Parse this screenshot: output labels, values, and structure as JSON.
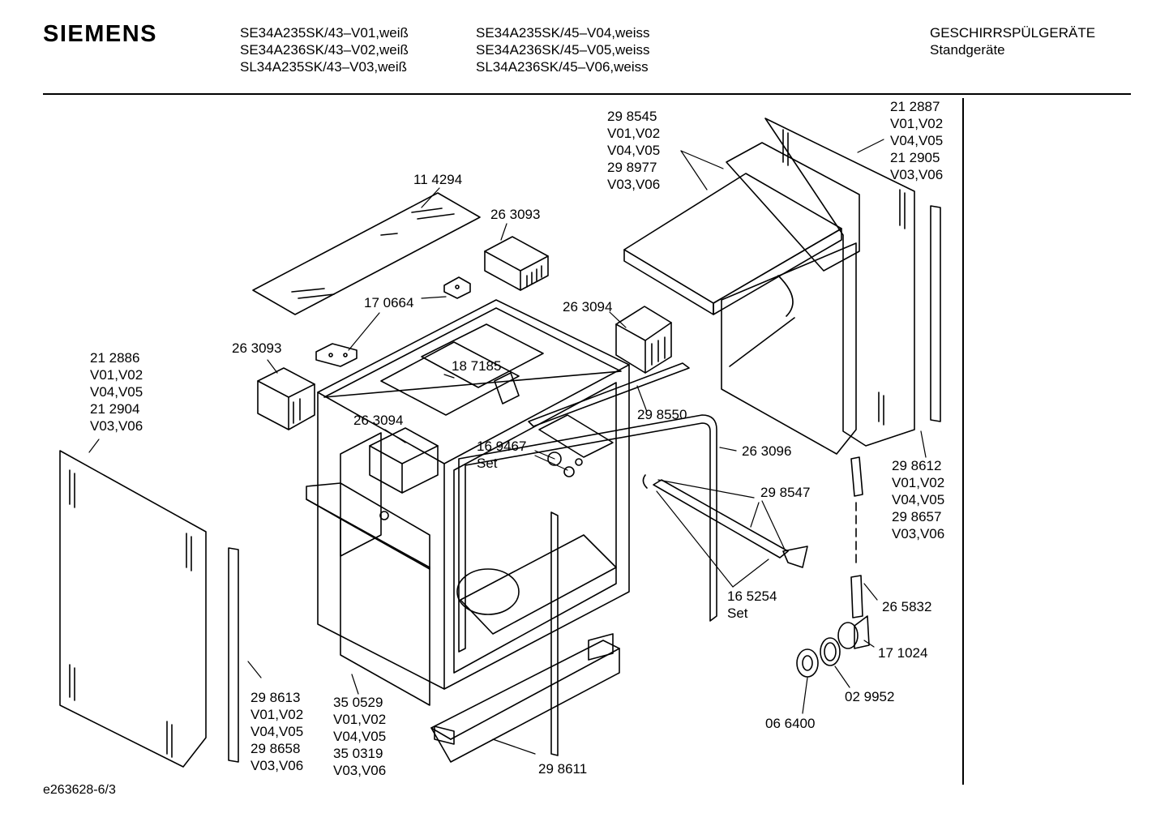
{
  "header": {
    "brand": "SIEMENS",
    "models_col1": [
      "SE34A235SK/43–V01,weiß",
      "SE34A236SK/43–V02,weiß",
      "SL34A235SK/43–V03,weiß"
    ],
    "models_col2": [
      "SE34A235SK/45–V04,weiss",
      "SE34A236SK/45–V05,weiss",
      "SL34A236SK/45–V06,weiss"
    ],
    "category": "GESCHIRRSPÜLGERÄTE",
    "subcategory": "Standgeräte"
  },
  "parts": {
    "p114294": [
      "11 4294"
    ],
    "p263093_top": [
      "26 3093"
    ],
    "p170664": [
      "17 0664"
    ],
    "p263094_top": [
      "26 3094"
    ],
    "p263093_left": [
      "26 3093"
    ],
    "p187185": [
      "18 7185"
    ],
    "p212886": [
      "21 2886",
      "V01,V02",
      "V04,V05",
      "21 2904",
      "V03,V06"
    ],
    "p263094_mid": [
      "26 3094"
    ],
    "p169467": [
      "16 9467",
      "Set"
    ],
    "p298545": [
      "29 8545",
      "V01,V02",
      "V04,V05",
      "29 8977",
      "V03,V06"
    ],
    "p212887": [
      "21 2887",
      "V01,V02",
      "V04,V05",
      "21 2905",
      "V03,V06"
    ],
    "p298550": [
      "29 8550"
    ],
    "p263096": [
      "26 3096"
    ],
    "p298547": [
      "29 8547"
    ],
    "p298612": [
      "29 8612",
      "V01,V02",
      "V04,V05",
      "29 8657",
      "V03,V06"
    ],
    "p165254": [
      "16 5254",
      "Set"
    ],
    "p265832": [
      "26 5832"
    ],
    "p171024": [
      "17 1024"
    ],
    "p029952": [
      "02 9952"
    ],
    "p066400": [
      "06 6400"
    ],
    "p298613": [
      "29 8613",
      "V01,V02",
      "V04,V05",
      "29 8658",
      "V03,V06"
    ],
    "p350529": [
      "35 0529",
      "V01,V02",
      "V04,V05",
      "35 0319",
      "V03,V06"
    ],
    "p298611": [
      "29 8611"
    ]
  },
  "footer": {
    "drawing_id": "e263628-6/3"
  }
}
